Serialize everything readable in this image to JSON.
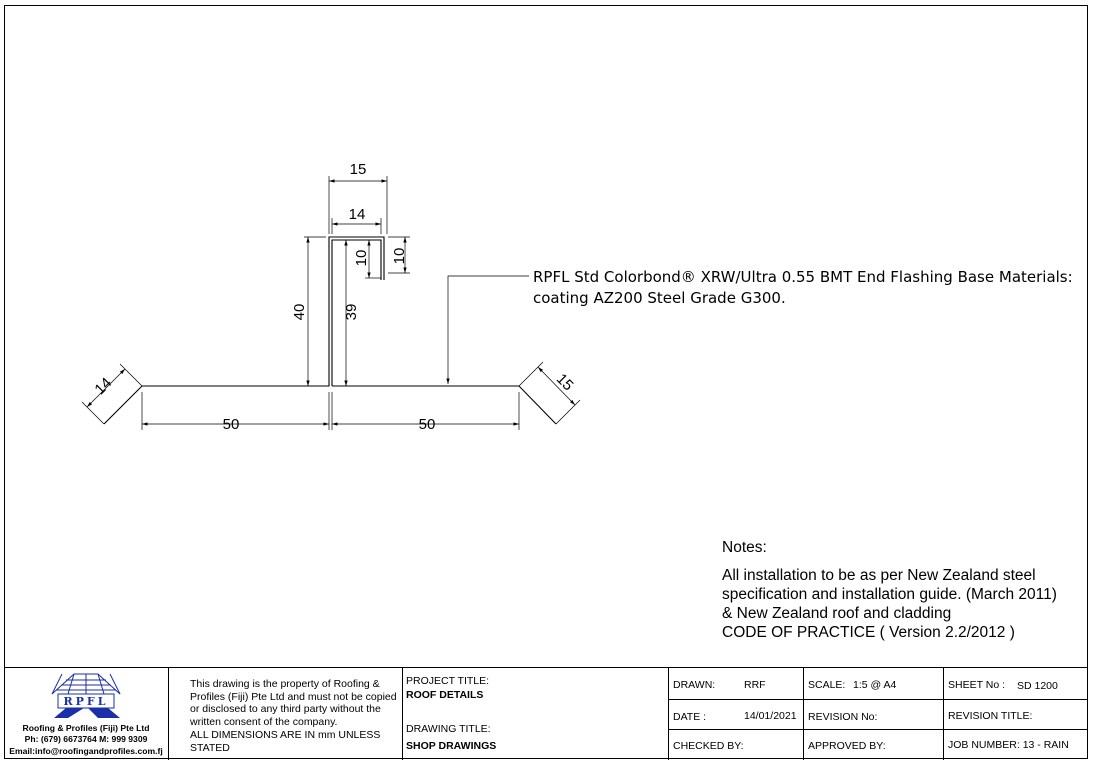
{
  "callout": {
    "line1": "RPFL Std Colorbond® XRW/Ultra 0.55 BMT End Flashing Base Materials:",
    "line2": "coating AZ200 Steel Grade G300."
  },
  "dimensions": {
    "top_outer": "15",
    "top_inner": "14",
    "lip_inner": "10",
    "lip_outer": "10",
    "upstand_outer": "40",
    "upstand_inner": "39",
    "left_return": "14",
    "right_return": "15",
    "left_base": "50",
    "right_base": "50"
  },
  "notes": {
    "heading": "Notes:",
    "lines": [
      "All installation to be as per New Zealand steel",
      "specification and installation guide. (March 2011)",
      "& New Zealand roof and cladding",
      "CODE OF PRACTICE ( Version 2.2/2012 )"
    ]
  },
  "title_block": {
    "logo_text": "RPFL",
    "company_name": "Roofing & Profiles (Fiji) Pte Ltd",
    "company_phone": "Ph: (679) 6673764 M: 999 9309",
    "company_email": "Email:info@roofingandprofiles.com.fj",
    "disclaimer": "This drawing is the property of Roofing & Profiles (Fiji) Pte Ltd and must not be copied or disclosed to any third party without the written consent of the company.",
    "dims_note": "ALL DIMENSIONS ARE IN mm UNLESS STATED",
    "project_title_label": "PROJECT TITLE:",
    "project_title": "ROOF DETAILS",
    "drawing_title_label": "DRAWING TITLE:",
    "drawing_title": "SHOP DRAWINGS",
    "drawn_label": "DRAWN:",
    "drawn": "RRF",
    "scale_label": "SCALE:",
    "scale": "1:5 @ A4",
    "sheet_label": "SHEET No :",
    "sheet": "SD 1200",
    "date_label": "DATE :",
    "date": "14/01/2021",
    "revision_no_label": "REVISION No:",
    "revision_title_label": "REVISION TITLE:",
    "checked_label": "CHECKED BY:",
    "approved_label": "APPROVED BY:",
    "job_number_label": "JOB NUMBER:",
    "job_number": "13 - RAIN"
  }
}
